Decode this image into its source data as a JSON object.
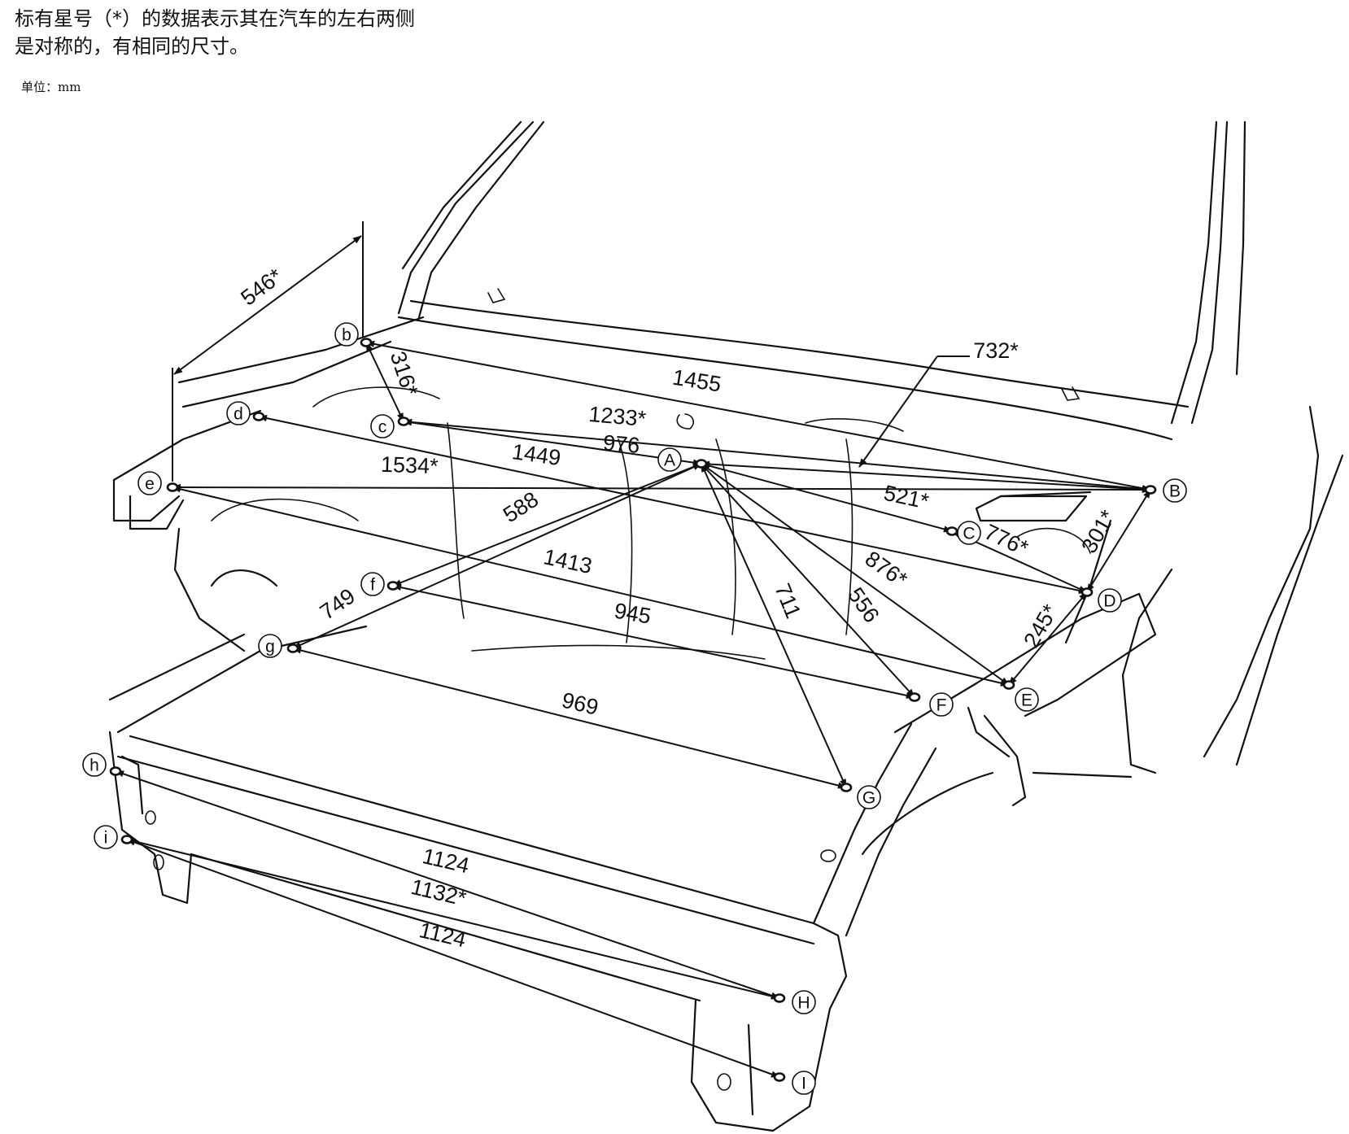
{
  "note": {
    "line1": "标有星号（*）的数据表示其在汽车的左右两侧",
    "line2": "是对称的，有相同的尺寸。"
  },
  "unit": "单位：mm",
  "points": [
    {
      "id": "A",
      "label": "A"
    },
    {
      "id": "B",
      "label": "B"
    },
    {
      "id": "C",
      "label": "C"
    },
    {
      "id": "D",
      "label": "D"
    },
    {
      "id": "E",
      "label": "E"
    },
    {
      "id": "F",
      "label": "F"
    },
    {
      "id": "G",
      "label": "G"
    },
    {
      "id": "H",
      "label": "H"
    },
    {
      "id": "I",
      "label": "I"
    },
    {
      "id": "b",
      "label": "b"
    },
    {
      "id": "c",
      "label": "c"
    },
    {
      "id": "d",
      "label": "d"
    },
    {
      "id": "e",
      "label": "e"
    },
    {
      "id": "f",
      "label": "f"
    },
    {
      "id": "g",
      "label": "g"
    },
    {
      "id": "h",
      "label": "h"
    },
    {
      "id": "i",
      "label": "i"
    }
  ],
  "dimensions": [
    {
      "from": "e",
      "to": "b",
      "value": "546*"
    },
    {
      "from": "b",
      "to": "c",
      "value": "316*"
    },
    {
      "from": "b",
      "to": "B",
      "value": "1455"
    },
    {
      "from": "c",
      "to": "B",
      "value": "1233*"
    },
    {
      "from": "d",
      "to": "D",
      "value": "1449"
    },
    {
      "from": "c",
      "to": "A",
      "value": "976"
    },
    {
      "from": "e",
      "to": "B",
      "value": "1534*"
    },
    {
      "from": "A",
      "to": "B",
      "value": "732*"
    },
    {
      "from": "A",
      "to": "C",
      "value": "521*"
    },
    {
      "from": "C",
      "to": "D",
      "value": "776*"
    },
    {
      "from": "B",
      "to": "D",
      "value": "301*"
    },
    {
      "from": "A",
      "to": "f",
      "value": "588"
    },
    {
      "from": "e",
      "to": "E",
      "value": "1413"
    },
    {
      "from": "A",
      "to": "E",
      "value": "876*"
    },
    {
      "from": "A",
      "to": "G",
      "value": "711"
    },
    {
      "from": "A",
      "to": "F",
      "value": "556"
    },
    {
      "from": "D",
      "to": "E",
      "value": "245*"
    },
    {
      "from": "A",
      "to": "g",
      "value": "749"
    },
    {
      "from": "f",
      "to": "F",
      "value": "945"
    },
    {
      "from": "g",
      "to": "G",
      "value": "969"
    },
    {
      "from": "h",
      "to": "H",
      "value": "1124"
    },
    {
      "from": "i",
      "to": "H",
      "value": "1132*"
    },
    {
      "from": "i",
      "to": "I",
      "value": "1124"
    }
  ]
}
